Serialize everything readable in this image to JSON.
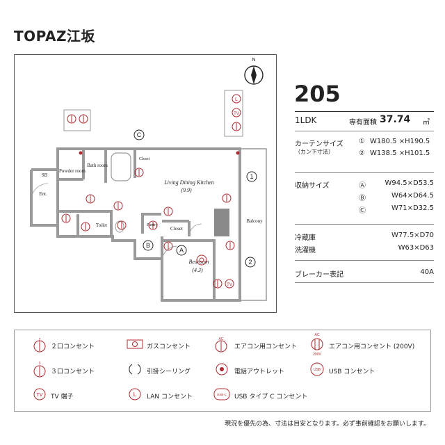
{
  "title": "TOPAZ江坂",
  "room_number": "205",
  "layout_type": "1LDK",
  "area_label": "専有面積",
  "area_value": "37.74",
  "area_unit": "㎡",
  "curtain": {
    "label": "カーテンサイズ",
    "sublabel": "（カン下寸法）",
    "rows": [
      {
        "key": "①",
        "value": "W180.5 ×H190.5"
      },
      {
        "key": "②",
        "value": "W138.5 ×H101.5"
      }
    ]
  },
  "storage": {
    "label": "収納サイズ",
    "rows": [
      {
        "key": "Ⓐ",
        "value": "W94.5×D53.5"
      },
      {
        "key": "Ⓑ",
        "value": "W64×D64.5"
      },
      {
        "key": "Ⓒ",
        "value": "W71×D32.5"
      }
    ]
  },
  "fridge": {
    "label": "冷蔵庫",
    "value": "W77.5×D70"
  },
  "washer": {
    "label": "洗濯機",
    "value": "W63×D63"
  },
  "breaker": {
    "label": "ブレーカー表記",
    "value": "40A"
  },
  "plan": {
    "compass": "N",
    "rooms": {
      "sb": "SB",
      "ent": "Ent.",
      "powder": "Powder room",
      "bath": "Bath room",
      "closet_small": "Closet",
      "ldk": "Living Dining Kitchen",
      "ldk_size": "(9.9)",
      "toilet": "Toilet",
      "pantry": "Pantry",
      "closet": "Closet",
      "bedroom": "Bedroom",
      "bedroom_size": "(4.3)",
      "balcony": "Balcony"
    },
    "markers": {
      "a": "A",
      "b": "B",
      "c": "C",
      "one": "1",
      "two": "2"
    },
    "tv": "TV",
    "lan": "L"
  },
  "legend": [
    {
      "icon": "outlet-2-icon",
      "label": "２口コンセント"
    },
    {
      "icon": "gas-outlet-icon",
      "label": "ガスコンセント"
    },
    {
      "icon": "ac-outlet-icon",
      "label": "エアコン用コンセント"
    },
    {
      "icon": "ac-outlet-200v-icon",
      "label": "エアコン用コンセント (200V)"
    },
    {
      "icon": "outlet-3-icon",
      "label": "３口コンセント"
    },
    {
      "icon": "ceiling-hook-icon",
      "label": "引掛シーリング"
    },
    {
      "icon": "phone-outlet-icon",
      "label": "電話アウトレット"
    },
    {
      "icon": "usb-outlet-icon",
      "label": "USB コンセント"
    },
    {
      "icon": "tv-terminal-icon",
      "label": "TV 端子"
    },
    {
      "icon": "lan-outlet-icon",
      "label": "LAN コンセント"
    },
    {
      "icon": "usb-c-outlet-icon",
      "label": "USB タイプ C コンセント"
    }
  ],
  "legend_icon_text": {
    "two": "2",
    "three": "3",
    "ac": "AC",
    "v200": "200V",
    "usb": "USB",
    "usbc": "USB-C",
    "tv": "TV",
    "lan": "L"
  },
  "footnote": "現況を優先の為、寸法は目安となります。必ず事前確認をお願いします。",
  "colors": {
    "accent": "#b0282e",
    "wall": "#9a9a9a",
    "text": "#222222"
  }
}
